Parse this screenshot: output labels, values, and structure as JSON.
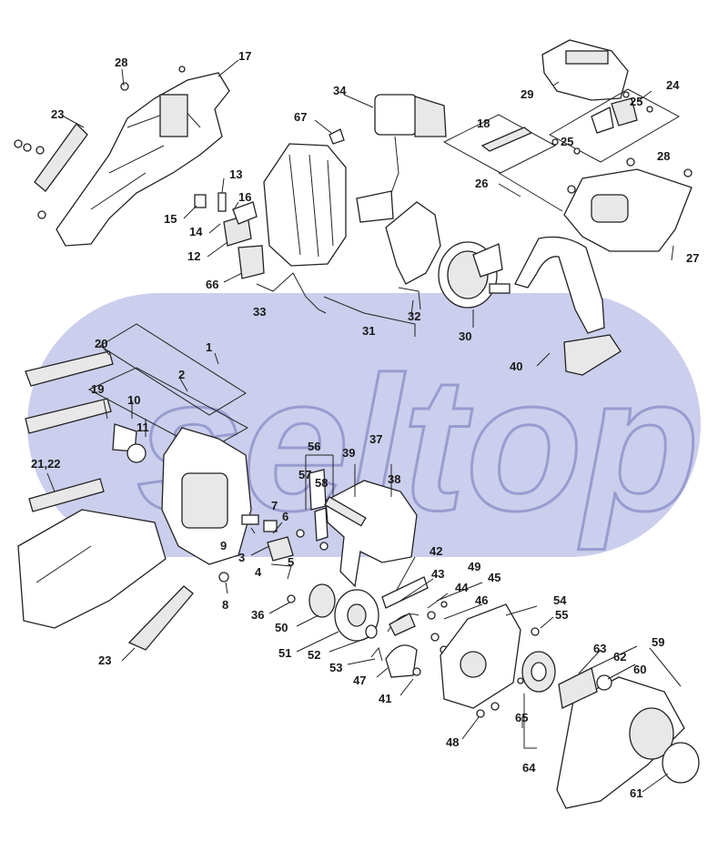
{
  "watermark": {
    "text": "seltop",
    "color": "#6f74b8",
    "band_color": "#b9bde6"
  },
  "callouts": {
    "c1": "1",
    "c2": "2",
    "c3": "3",
    "c4": "4",
    "c5": "5",
    "c6": "6",
    "c7": "7",
    "c8": "8",
    "c9": "9",
    "c10": "10",
    "c11": "11",
    "c12": "12",
    "c13": "13",
    "c14": "14",
    "c15": "15",
    "c16": "16",
    "c17": "17",
    "c18": "18",
    "c19": "19",
    "c20": "20",
    "c21_22": "21,22",
    "c23a": "23",
    "c23b": "23",
    "c24": "24",
    "c25a": "25",
    "c25b": "25",
    "c26": "26",
    "c27": "27",
    "c28a": "28",
    "c28b": "28",
    "c29": "29",
    "c30": "30",
    "c31": "31",
    "c32": "32",
    "c33": "33",
    "c34": "34",
    "c36": "36",
    "c37": "37",
    "c38": "38",
    "c39": "39",
    "c40": "40",
    "c41": "41",
    "c42": "42",
    "c43": "43",
    "c44": "44",
    "c45": "45",
    "c46": "46",
    "c47": "47",
    "c48": "48",
    "c49": "49",
    "c50": "50",
    "c51": "51",
    "c52": "52",
    "c53": "53",
    "c54": "54",
    "c55": "55",
    "c56": "56",
    "c57": "57",
    "c58": "58",
    "c59": "59",
    "c60": "60",
    "c61": "61",
    "c62": "62",
    "c63": "63",
    "c64": "64",
    "c65": "65",
    "c66": "66",
    "c67": "67"
  }
}
